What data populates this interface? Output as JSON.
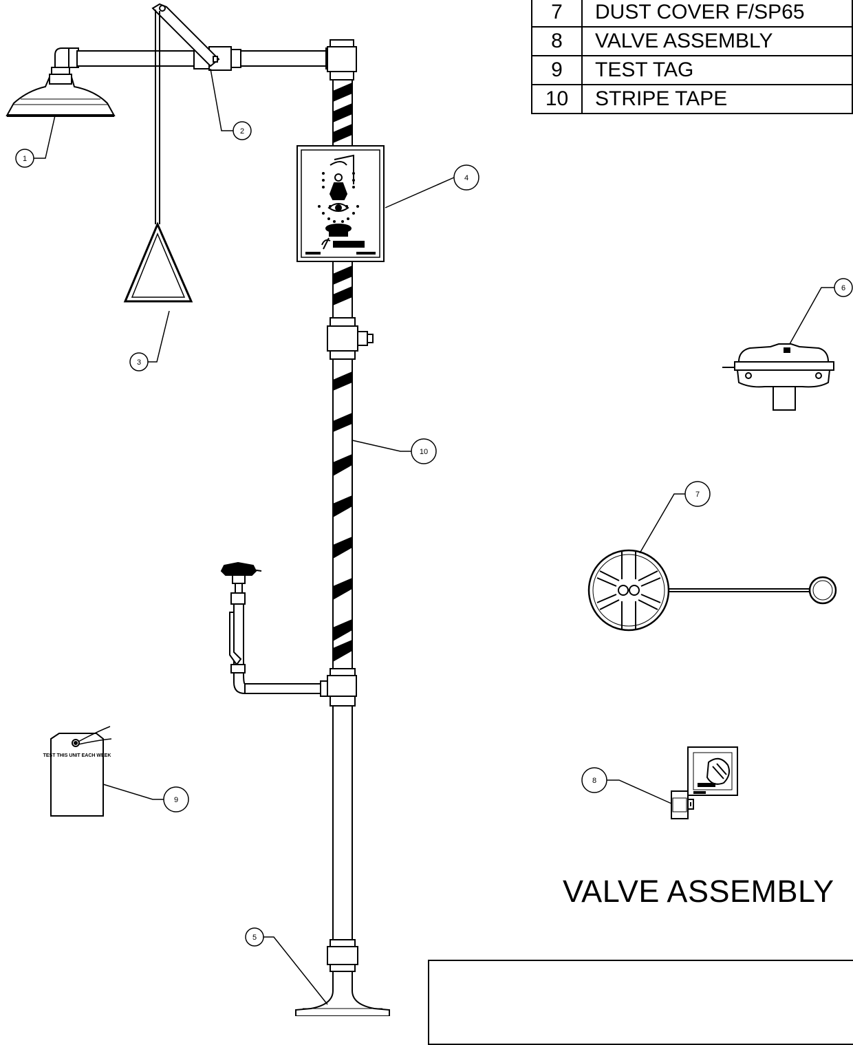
{
  "parts_list": [
    {
      "num": "7",
      "desc": "DUST COVER F/SP65"
    },
    {
      "num": "8",
      "desc": "VALVE ASSEMBLY"
    },
    {
      "num": "9",
      "desc": "TEST TAG"
    },
    {
      "num": "10",
      "desc": "STRIPE TAPE"
    }
  ],
  "callouts": [
    "1",
    "2",
    "3",
    "4",
    "5",
    "6",
    "7",
    "8",
    "9",
    "10"
  ],
  "tag_text": "TEST THIS UNIT EACH WEEK",
  "view_label": "VALVE ASSEMBLY",
  "colors": {
    "line": "#000000",
    "stripe": "#000000",
    "background": "#ffffff"
  }
}
